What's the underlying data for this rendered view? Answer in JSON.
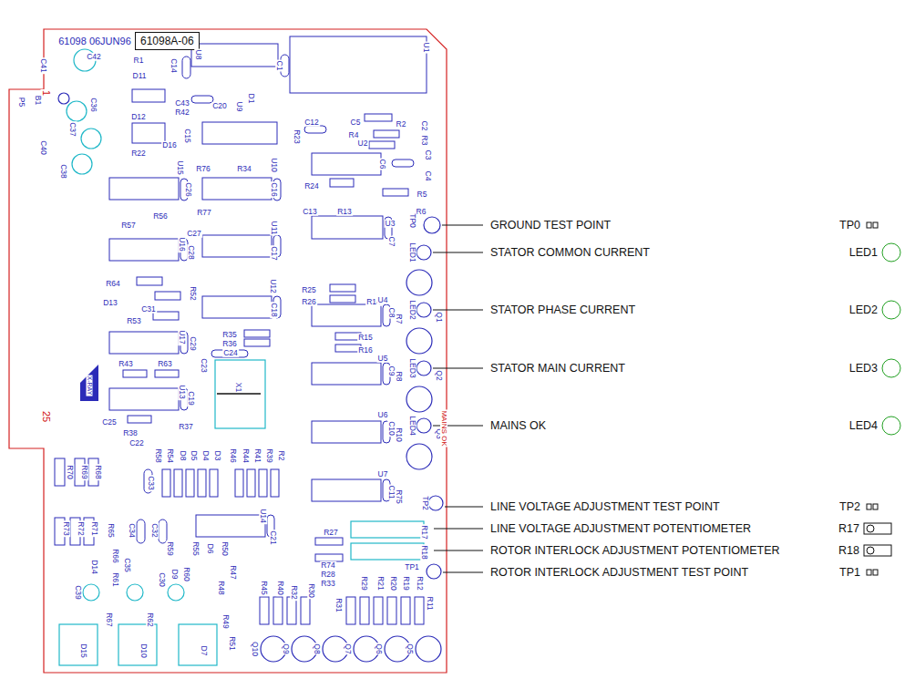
{
  "diagram": {
    "nodes": [
      {
        "text": [
          "61098A-06"
        ]
      }
    ],
    "labels": [
      "61098 06JUN96",
      "1",
      "25",
      "C41",
      "C42",
      "R1",
      "C14",
      "U8",
      "C1",
      "U1",
      "D11",
      "P5",
      "B1",
      "C36",
      "C43",
      "R42",
      "C20",
      "U9",
      "D1",
      "C12",
      "C5",
      "R2",
      "C2",
      "R4",
      "U2",
      "R3",
      "D12",
      "C37",
      "C40",
      "C15",
      "D16",
      "R22",
      "R23",
      "C3",
      "U15",
      "R76",
      "R34",
      "U10",
      "C6",
      "C4",
      "C38",
      "C26",
      "C16",
      "R24",
      "R5",
      "C13",
      "R13",
      "R6",
      "TP0",
      "R57",
      "R56",
      "R77",
      "C27",
      "U11",
      "U3",
      "LED1",
      "C7",
      "U16",
      "C28",
      "C17",
      "R25",
      "R26",
      "R14",
      "R7",
      "Q1",
      "LED2",
      "U4",
      "C8",
      "R64",
      "D13",
      "R52",
      "C31",
      "R53",
      "U12",
      "C18",
      "R35",
      "R36",
      "C24",
      "C23",
      "X1",
      "U17",
      "C29",
      "R15",
      "R16",
      "U5",
      "C9",
      "R8",
      "Q2",
      "LED3",
      "R43",
      "R63",
      "X-RAY",
      "U13",
      "C19",
      "C25",
      "R37",
      "R38",
      "C22",
      "U6",
      "C10",
      "R10",
      "Q3",
      "LED4",
      "MAINS OK",
      "R70",
      "R69",
      "R68",
      "R58",
      "R54",
      "D8",
      "D5",
      "D4",
      "D3",
      "R46",
      "R44",
      "R41",
      "R39",
      "R2",
      "C33",
      "U7",
      "C11",
      "R75",
      "TP2",
      "R73",
      "R72",
      "R71",
      "R65",
      "C34",
      "C32",
      "U14",
      "C21",
      "R59",
      "R55",
      "D6",
      "R50",
      "R27",
      "R17",
      "R18",
      "R74",
      "R28",
      "R33",
      "R66",
      "D14",
      "C35",
      "R61",
      "C30",
      "D9",
      "R60",
      "R47",
      "R48",
      "R45",
      "R40",
      "R32",
      "R30",
      "R31",
      "R29",
      "R21",
      "R20",
      "R19",
      "R12",
      "TP1",
      "R11",
      "C39",
      "R67",
      "R62",
      "R49",
      "R51",
      "D15",
      "D10",
      "D7",
      "Q10",
      "Q9",
      "Q8",
      "Q7",
      "Q6",
      "Q5",
      "GROUND TEST POINT",
      "STATOR COMMON CURRENT",
      "STATOR PHASE CURRENT",
      "STATOR MAIN CURRENT",
      "MAINS OK",
      "LINE VOLTAGE ADJUSTMENT TEST POINT",
      "LINE VOLTAGE ADJUSTMENT POTENTIOMETER",
      "ROTOR INTERLOCK ADJUSTMENT POTENTIOMETER",
      "ROTOR INTERLOCK ADJUSTMENT TEST POINT",
      "TP0",
      "LED1",
      "LED2",
      "LED3",
      "LED4",
      "TP2",
      "R17",
      "R18",
      "TP1"
    ]
  }
}
